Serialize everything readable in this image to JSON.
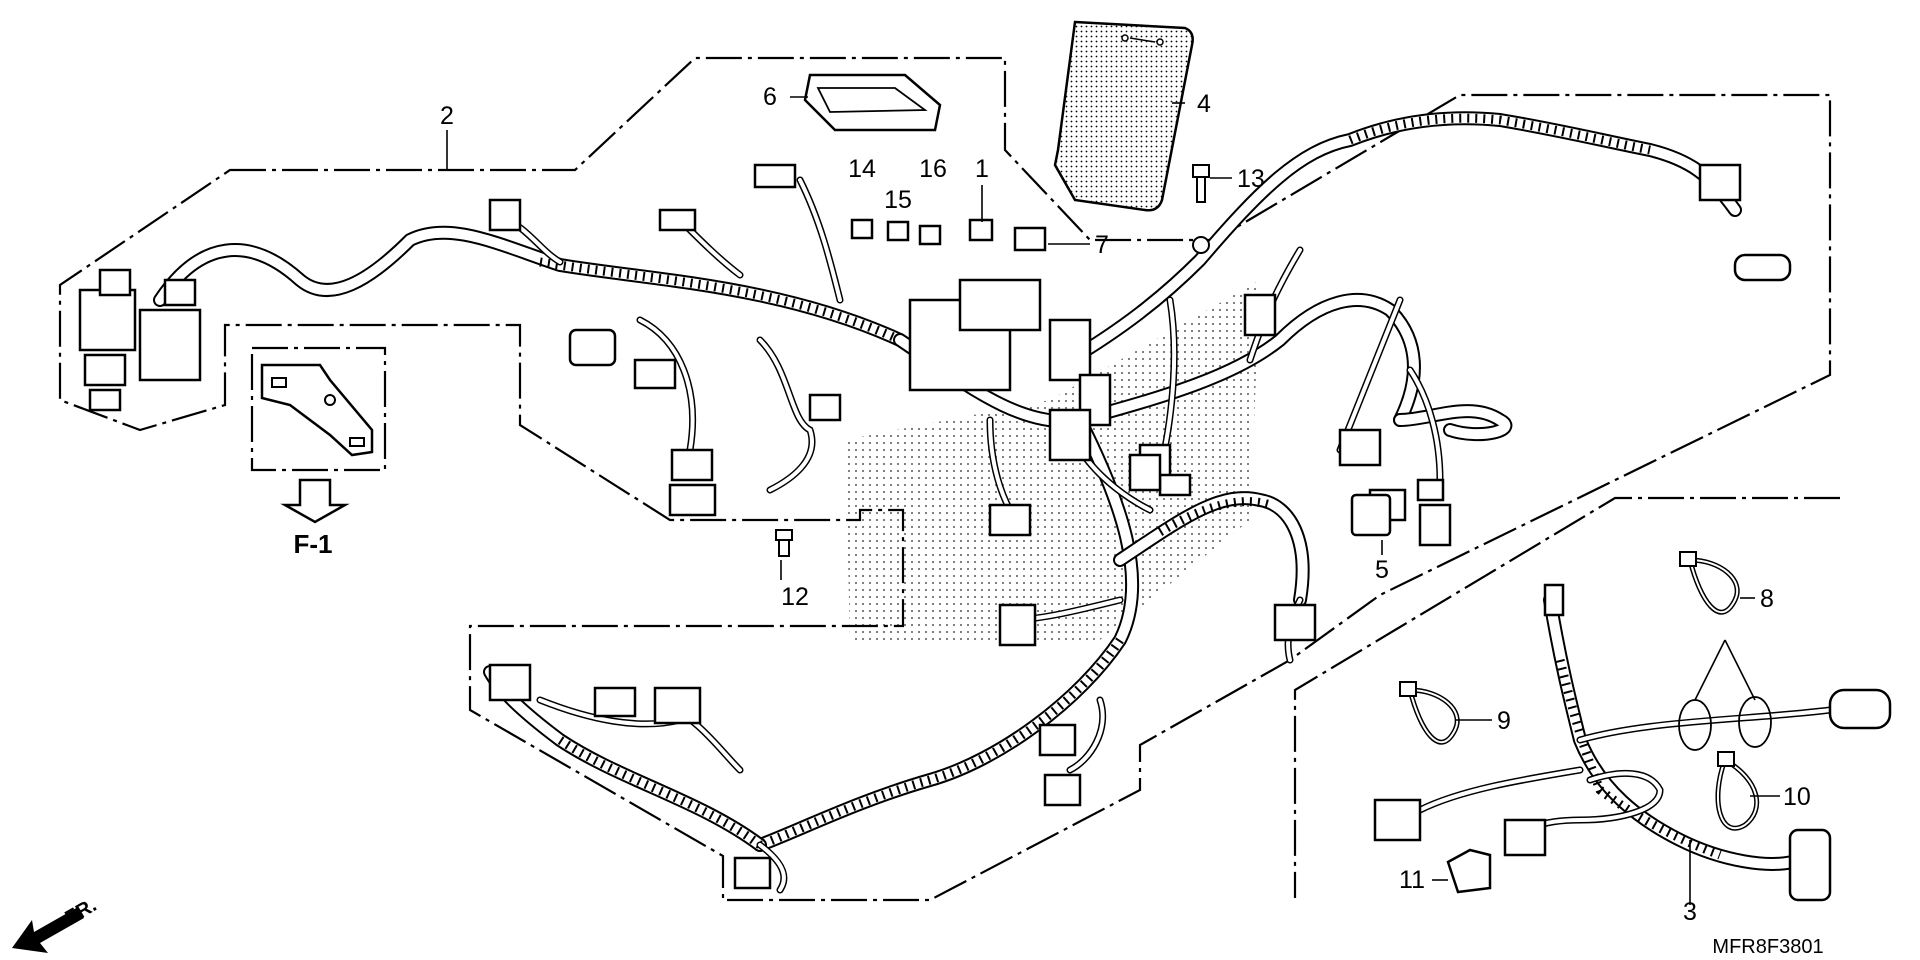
{
  "callouts": [
    "1",
    "2",
    "3",
    "4",
    "5",
    "6",
    "7",
    "8",
    "9",
    "10",
    "11",
    "12",
    "13",
    "14",
    "15",
    "16"
  ],
  "detail_label": "F-1",
  "direction_label": "FR.",
  "ref_code": "MFR8F3801"
}
